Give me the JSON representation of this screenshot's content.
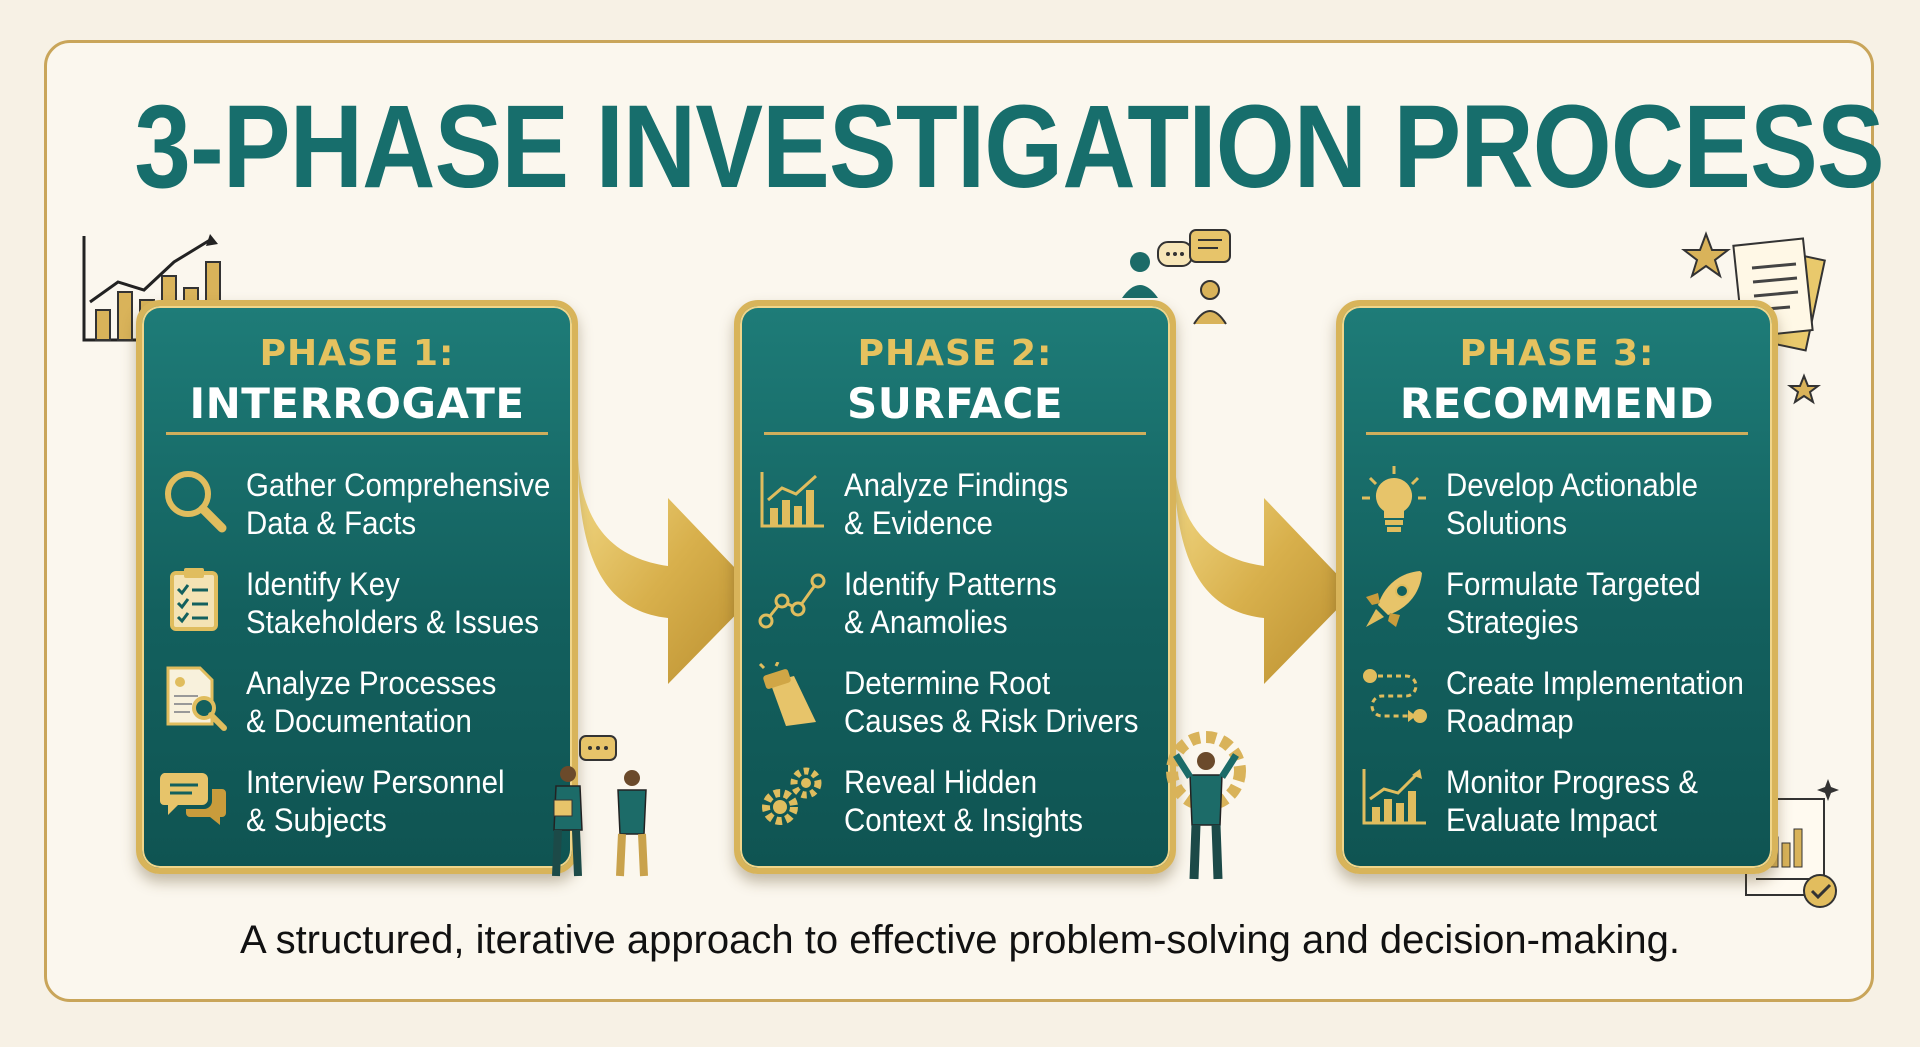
{
  "title": "3-PHASE INVESTIGATION PROCESS",
  "phases": [
    {
      "number": "PHASE 1:",
      "name": "INTERROGATE",
      "items": [
        {
          "line1": "Gather Comprehensive",
          "line2": "Data & Facts",
          "icon": "magnifier-icon"
        },
        {
          "line1": "Identify Key",
          "line2": "Stakeholders & Issues",
          "icon": "clipboard-checklist-icon"
        },
        {
          "line1": "Analyze Processes",
          "line2": "& Documentation",
          "icon": "document-search-icon"
        },
        {
          "line1": "Interview Personnel",
          "line2": "& Subjects",
          "icon": "speech-bubbles-icon"
        }
      ]
    },
    {
      "number": "PHASE 2:",
      "name": "SURFACE",
      "items": [
        {
          "line1": "Analyze Findings",
          "line2": "& Evidence",
          "icon": "bar-chart-icon"
        },
        {
          "line1": "Identify Patterns",
          "line2": "& Anamolies",
          "icon": "line-graph-icon"
        },
        {
          "line1": "Determine Root",
          "line2": "Causes & Risk Drivers",
          "icon": "spotlight-icon"
        },
        {
          "line1": "Reveal Hidden",
          "line2": "Context & Insights",
          "icon": "gears-icon"
        }
      ]
    },
    {
      "number": "PHASE 3:",
      "name": "RECOMMEND",
      "items": [
        {
          "line1": "Develop Actionable",
          "line2": "Solutions",
          "icon": "lightbulb-icon"
        },
        {
          "line1": "Formulate Targeted",
          "line2": "Strategies",
          "icon": "rocket-icon"
        },
        {
          "line1": "Create Implementation",
          "line2": "Roadmap",
          "icon": "roadmap-path-icon"
        },
        {
          "line1": "Monitor Progress &",
          "line2": "Evaluate Impact",
          "icon": "growth-chart-icon"
        }
      ]
    }
  ],
  "footer": "A structured, iterative approach to effective problem-solving and decision-making.",
  "colors": {
    "teal": "#176e6c",
    "card": "#13605e",
    "gold": "#d8b45a",
    "phase_label": "#e5c25f",
    "background": "#f7f1e5"
  }
}
